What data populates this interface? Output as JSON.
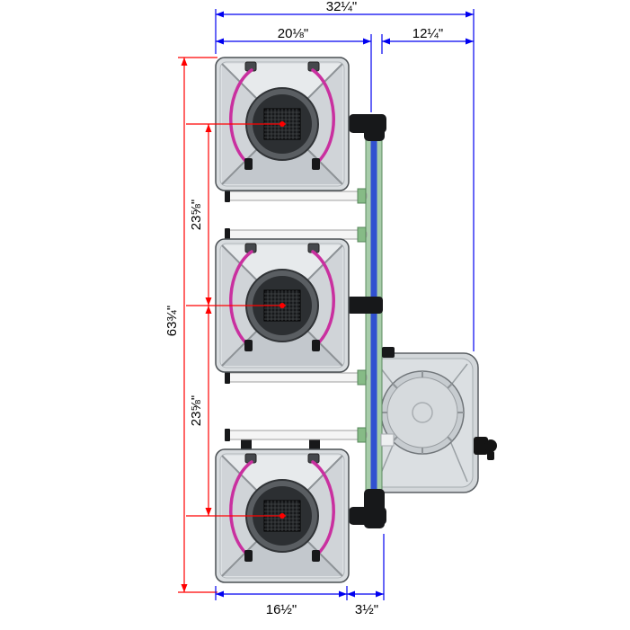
{
  "dimensions": {
    "overall_width": "32¼\"",
    "module_column_width": "20⅛\"",
    "right_section_width": "12¼\"",
    "overall_height": "63¾\"",
    "module_spacing_upper": "23⅝\"",
    "module_spacing_lower": "23⅝\"",
    "module_bottom_width": "16½\"",
    "manifold_bottom_offset": "3½\""
  },
  "colors": {
    "dimension_blue": "#0000f0",
    "dimension_red": "#ff0000",
    "module_body_gray": "#d8dcdf",
    "hose_magenta": "#c9309f",
    "manifold_green": "#a8cdaa",
    "inner_pipe_blue": "#3050d0",
    "pipe_white": "#f5f5f5",
    "fitting_black": "#17181a",
    "reservoir_gray": "#d3d7da"
  }
}
